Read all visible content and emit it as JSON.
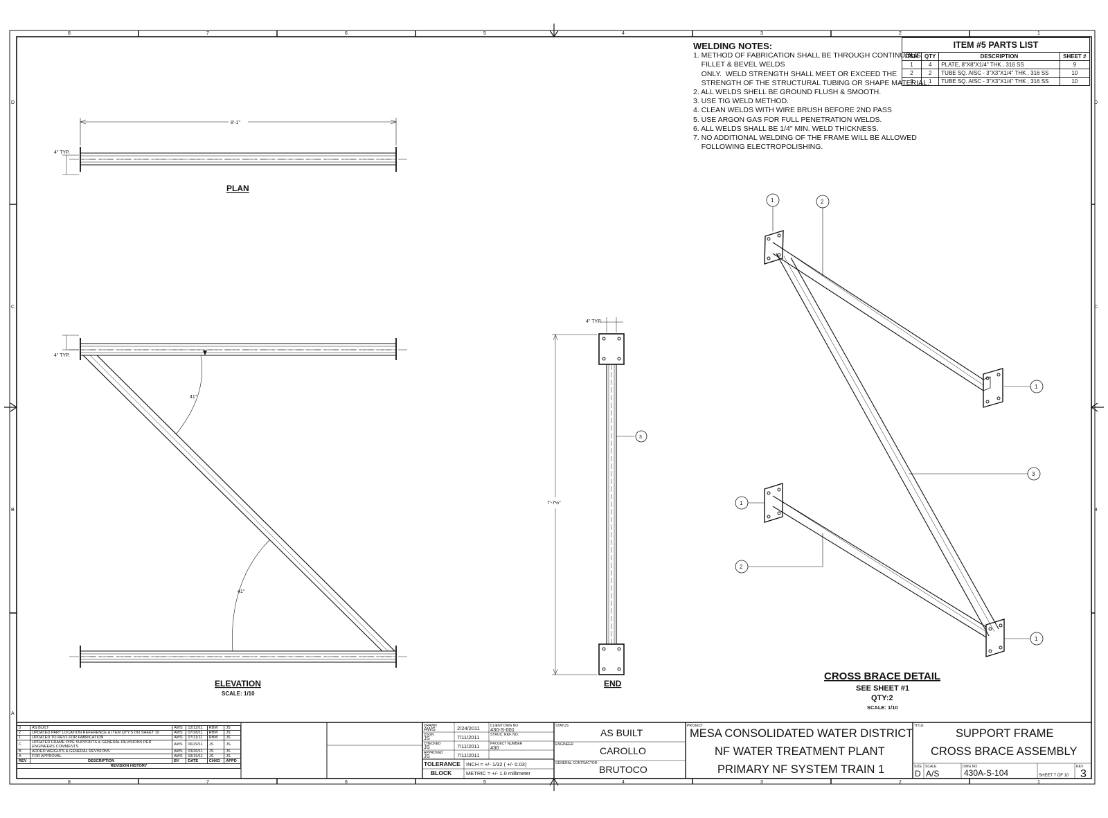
{
  "border": {
    "col_labels_top": [
      "8",
      "7",
      "6",
      "5",
      "4",
      "3",
      "2",
      "1"
    ],
    "col_labels_bottom": [
      "8",
      "7",
      "6",
      "5",
      "4",
      "3",
      "2",
      "1"
    ],
    "row_labels": [
      "D",
      "C",
      "B",
      "A"
    ]
  },
  "welding_notes": {
    "heading": "WELDING NOTES:",
    "lines": [
      "1. METHOD OF FABRICATION SHALL BE THROUGH CONTINUOUS",
      "    FILLET & BEVEL WELDS",
      "    ONLY.  WELD STRENGTH SHALL MEET OR EXCEED THE",
      "    STRENGTH OF THE STRUCTURAL TUBING OR SHAPE MATERIAL.",
      "2. ALL WELDS SHELL BE GROUND FLUSH & SMOOTH.",
      "3. USE TIG WELD METHOD.",
      "4. CLEAN WELDS WITH WIRE BRUSH BEFORE 2ND PASS",
      "5. USE ARGON GAS FOR FULL PENETRATION WELDS.",
      "6. ALL WELDS SHALL BE 1/4\" MIN. WELD THICKNESS.",
      "7. NO ADDITIONAL WELDING OF THE FRAME WILL BE ALLOWED",
      "    FOLLOWING ELECTROPOLISHING."
    ]
  },
  "parts_list": {
    "title": "ITEM #5 PARTS LIST",
    "headers": [
      "ITEM",
      "QTY",
      "DESCRIPTION",
      "SHEET #"
    ],
    "rows": [
      [
        "1",
        "4",
        "PLATE, 8\"X8\"X1/4\" THK , 316 SS",
        "9"
      ],
      [
        "2",
        "2",
        "TUBE SQ. AISC - 3\"X3\"X1/4\" THK , 316 SS",
        "10"
      ],
      [
        "3",
        "1",
        "TUBE SQ. AISC - 3\"X3\"X1/4\" THK , 316 SS",
        "10"
      ]
    ]
  },
  "plan": {
    "title": "PLAN",
    "dim_length": "8'-1\"",
    "dim_typ": "4\" TYP."
  },
  "elevation": {
    "title": "ELEVATION",
    "scale": "SCALE: 1/10",
    "dim_typ": "4\" TYP.",
    "angle_top": "41°",
    "angle_bottom": "41°"
  },
  "end_view": {
    "title": "END",
    "dim_typ": "4\" TYP.",
    "dim_height": "7'-7½\"",
    "balloon": "3"
  },
  "detail": {
    "title": "CROSS BRACE DETAIL",
    "see_sheet": "SEE SHEET #1",
    "qty": "QTY:2",
    "scale": "SCALE: 1/10",
    "balloons": [
      "1",
      "2",
      "1",
      "3",
      "1",
      "2",
      "1"
    ]
  },
  "revision_history": {
    "rows": [
      [
        "3",
        "AS BUILT",
        "AWS",
        "12/12/11",
        "RBW",
        "JS"
      ],
      [
        "2",
        "UPDATED PART LOCATION REFERENCE & ITEM QTY'S ON SHEET 10",
        "AWS",
        "07/28/11",
        "RBW",
        "JS"
      ],
      [
        "1",
        "UPDATED TO REV1 FOR FABRICATION",
        "AWS",
        "07/11/11",
        "RBW",
        "JS"
      ],
      [
        "C",
        "UPDATED FRAME PIPE SUPPORTS & GENERAL REVISIONS PER ENGINEERS COMMENTS",
        "AWS",
        "06/29/11",
        "JS",
        "JS"
      ],
      [
        "B",
        "ADDED WEIGHTS & GENERAL REVISIONS",
        "AWS",
        "03/26/11",
        "JS",
        "JS"
      ],
      [
        "A",
        "FOR APPROVAL",
        "AWS",
        "03/15/11",
        "JS",
        "JS"
      ]
    ],
    "headers": [
      "REV",
      "DESCRIPTION",
      "BY",
      "DATE",
      "CHKD",
      "APPD"
    ],
    "footer": "REVISION HISTORY"
  },
  "title_block": {
    "drawn_label": "DRAWN",
    "drawn_by": "AWS",
    "drawn_date": "2/24/2011",
    "dsgn_label": "DSGN",
    "dsgn_by": "JS",
    "dsgn_date": "7/11/2011",
    "chk_label": "CHECKED",
    "chk_by": "JS",
    "chk_date": "7/11/2011",
    "appr_label": "APPROVED",
    "appr_by": "JS",
    "appr_date": "7/11/2011",
    "ref_dwg_label": "CLIENT DWG NO",
    "ref_dwg": "430-S-001",
    "job_label": "STRUC. REF. NO.",
    "project_no_label": "PROJECT NUMBER",
    "project_no": "430",
    "tolerance_label_1": "TOLERANCE",
    "tolerance_label_2": "BLOCK",
    "tolerance_inch": "INCH = +/- 1/32 ( +/- 0.03)",
    "tolerance_metric": "METRIC = +/- 1.0 millimeter",
    "status_label": "STATUS",
    "status": "AS BUILT",
    "engineer_label": "ENGINEER",
    "engineer": "CAROLLO",
    "contractor_label": "GENERAL CONTRACTOR",
    "contractor": "BRUTOCO",
    "project_label": "PROJECT",
    "project_line1": "MESA CONSOLIDATED WATER DISTRICT",
    "project_line2": "NF WATER TREATMENT PLANT",
    "project_line3": "PRIMARY NF SYSTEM TRAIN 1",
    "title_label": "TITLE",
    "title_line1": "SUPPORT FRAME",
    "title_line2": "CROSS BRACE ASSEMBLY",
    "size_label": "SIZE",
    "size": "D",
    "scale_label": "SCALE",
    "scale": "A/S",
    "dwg_label": "DWG NO",
    "dwg_no": "430A-S-104",
    "sheet_text": "SHEET 7  OF 10",
    "rev_label": "REV",
    "rev": "3"
  }
}
